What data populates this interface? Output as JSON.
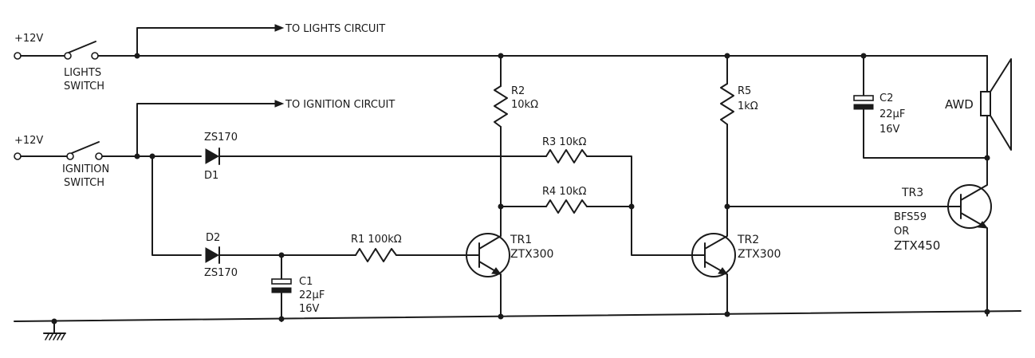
{
  "supplies": {
    "lights_voltage": "+12V",
    "ignition_voltage": "+12V"
  },
  "switches": {
    "lights_line1": "LIGHTS",
    "lights_line2": "SWITCH",
    "ignition_line1": "IGNITION",
    "ignition_line2": "SWITCH"
  },
  "outputs": {
    "lights": "TO LIGHTS CIRCUIT",
    "ignition": "TO IGNITION CIRCUIT"
  },
  "diodes": {
    "d1_type": "ZS170",
    "d1_ref": "D1",
    "d2_ref": "D2",
    "d2_type": "ZS170"
  },
  "resistors": {
    "r1": "R1 100kΩ",
    "r2_ref": "R2",
    "r2_val": "10kΩ",
    "r3": "R3 10kΩ",
    "r4": "R4 10kΩ",
    "r5_ref": "R5",
    "r5_val": "1kΩ"
  },
  "capacitors": {
    "c1_ref": "C1",
    "c1_val": "22μF",
    "c1_volt": "16V",
    "c2_ref": "C2",
    "c2_val": "22μF",
    "c2_volt": "16V"
  },
  "transistors": {
    "tr1_ref": "TR1",
    "tr1_type": "ZTX300",
    "tr2_ref": "TR2",
    "tr2_type": "ZTX300",
    "tr3_ref": "TR3",
    "tr3_type1": "BFS59",
    "tr3_or": "OR",
    "tr3_type2": "ZTX450"
  },
  "buzzer": {
    "label": "AWD"
  }
}
